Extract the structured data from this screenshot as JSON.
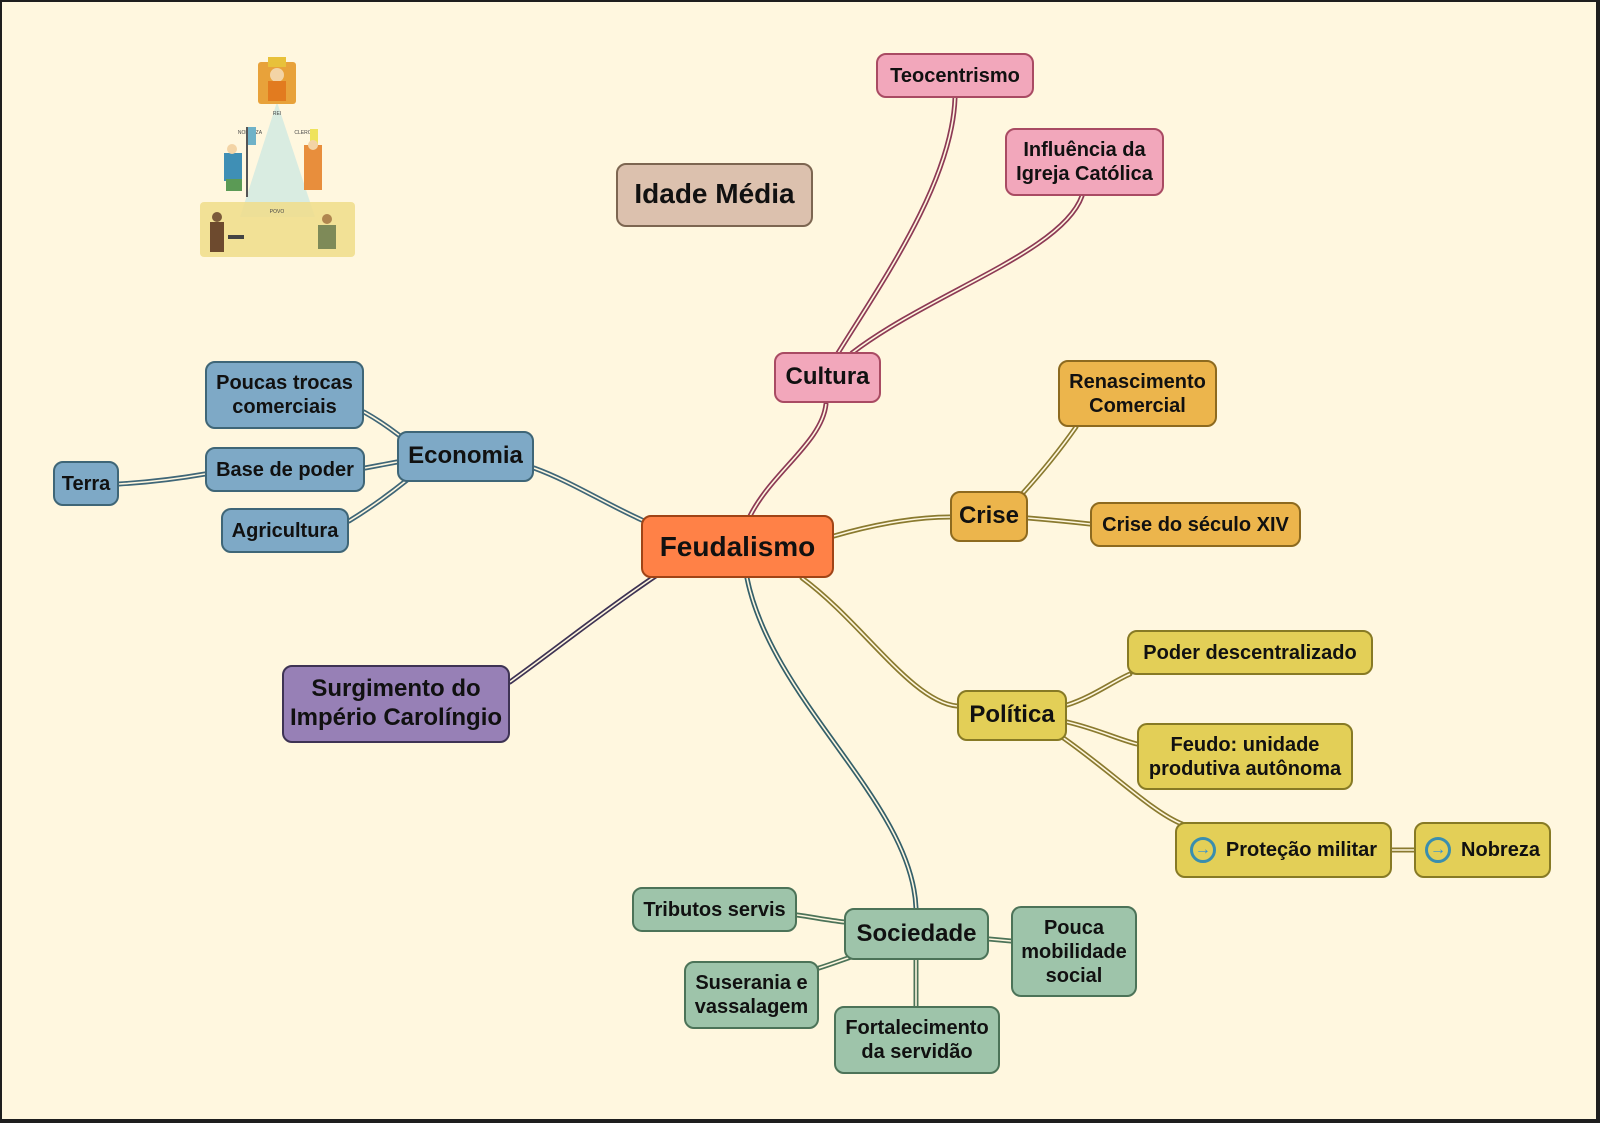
{
  "title": "Feudalismo",
  "central": {
    "label": "Feudalismo"
  },
  "heading": {
    "label": "Idade Média"
  },
  "illustration": {
    "name": "feudal-pyramid",
    "labels": {
      "top": "REI",
      "left": "NOBREZA",
      "right": "CLERO",
      "bottom": "POVO"
    }
  },
  "branches": {
    "cultura": {
      "label": "Cultura",
      "color": "#f2a7bb",
      "children": [
        "Teocentrismo",
        "Influência da\nIgreja Católica"
      ]
    },
    "crise": {
      "label": "Crise",
      "color": "#ecb54c",
      "children": [
        "Renascimento\nComercial",
        "Crise do século XIV"
      ]
    },
    "politica": {
      "label": "Política",
      "color": "#e3cf57",
      "children": [
        "Poder descentralizado",
        "Feudo: unidade\nprodutiva autônoma",
        "Proteção militar"
      ],
      "grandchildren": [
        "Nobreza"
      ]
    },
    "economia": {
      "label": "Economia",
      "color": "#7ea9c6",
      "children": [
        "Poucas trocas\ncomerciais",
        "Base de poder",
        "Agricultura"
      ],
      "grandchildren": [
        "Terra"
      ]
    },
    "carolingio": {
      "label": "Surgimento do\nImpério Carolíngio",
      "color": "#9780b6"
    },
    "sociedade": {
      "label": "Sociedade",
      "color": "#9ec4aa",
      "children": [
        "Tributos servis",
        "Suserania e\nvassalagem",
        "Fortalecimento\nda servidão",
        "Pouca\nmobilidade\nsocial"
      ]
    }
  },
  "icons": {
    "arrow": "→"
  }
}
